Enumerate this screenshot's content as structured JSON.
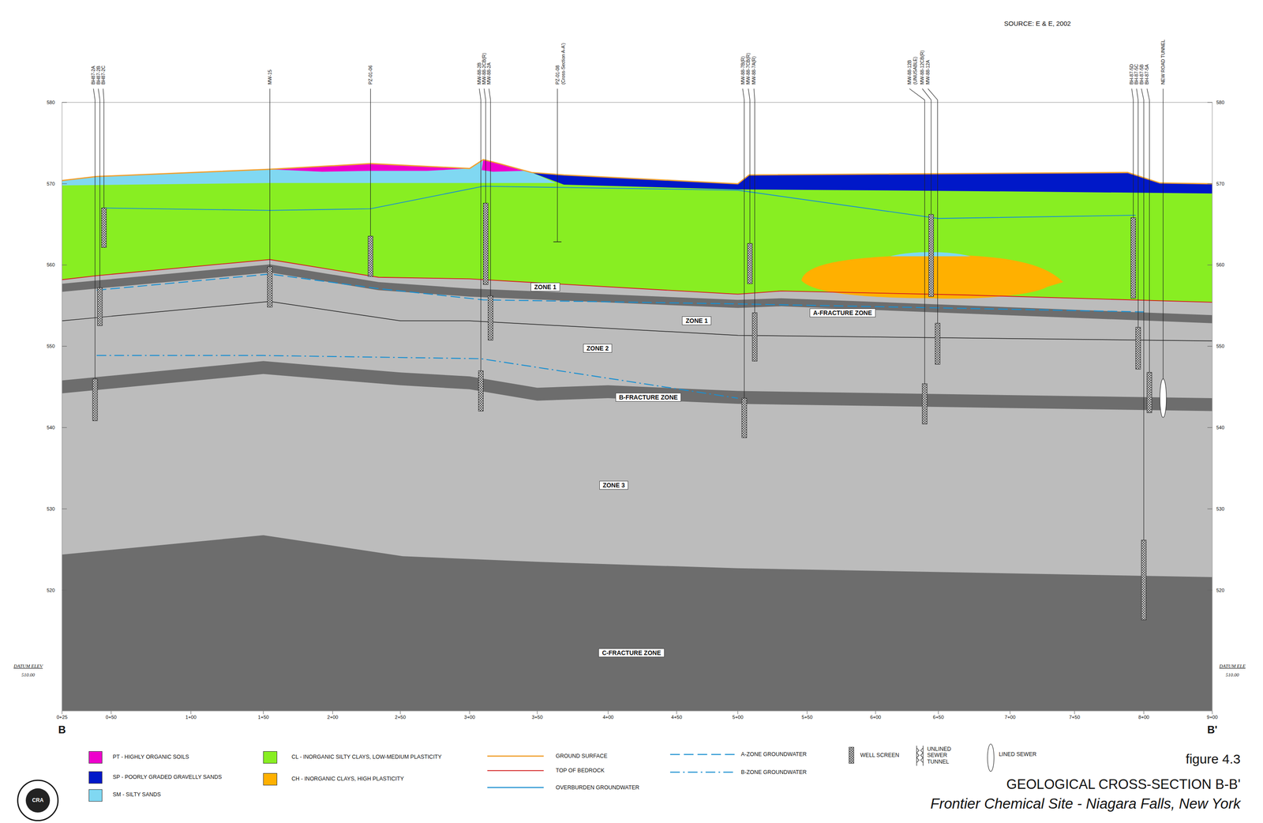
{
  "diagram": {
    "title": "GEOLOGICAL CROSS-SECTION B-B'",
    "caption": "Frontier Chemical Site - Niagara Falls, New York",
    "nodes": [
      {
        "text": [
          "ZONE 1"
        ]
      },
      {
        "text": [
          "A-FRACTURE ZONE"
        ]
      },
      {
        "text": [
          "ZONE 1"
        ]
      },
      {
        "text": [
          "ZONE 2"
        ]
      },
      {
        "text": [
          "B-FRACTURE ZONE"
        ]
      },
      {
        "text": [
          "ZONE 3"
        ]
      },
      {
        "text": [
          "C-FRACTURE ZONE"
        ]
      }
    ],
    "labels": [
      "SOURCE: E & E, 2002",
      "BH87-2A",
      "BH87-2B",
      "BH87-2C",
      "MW-15",
      "PZ-01-06",
      "MW-88-2B",
      "MW-88-2CB(R)",
      "MW-88-2A",
      "PZ-01-08",
      "(Cross-Section A-A')",
      "MW-88-7B(R)",
      "MW-88-7CB(R)",
      "MW-88-7A(R)",
      "MW-88-12B",
      "(UNUSABLE)",
      "MW-88-12CB(R)",
      "MW-88-12A",
      "BH-87-5D",
      "BH-87-5C",
      "BH-87-5B",
      "BH-87-5A",
      "NEW ROAD TUNNEL",
      "580",
      "570",
      "560",
      "550",
      "540",
      "530",
      "520",
      "580",
      "570",
      "560",
      "550",
      "540",
      "530",
      "520",
      "DATUM ELEV",
      "510.00",
      "DATUM ELE",
      "510.00",
      "0+25",
      "0+50",
      "1+00",
      "1+50",
      "2+00",
      "2+50",
      "3+00",
      "3+50",
      "4+00",
      "4+50",
      "5+00",
      "5+50",
      "6+00",
      "6+50",
      "7+00",
      "7+50",
      "8+00",
      "9+00",
      "B",
      "B'",
      "figure 4.3",
      "CRA"
    ],
    "legend": [
      {
        "text": "PT - HIGHLY ORGANIC SOILS",
        "color": "#ee00cc"
      },
      {
        "text": "SP - POORLY GRADED GRAVELLY SANDS",
        "color": "#0018c8"
      },
      {
        "text": "SM - SILTY SANDS",
        "color": "#80d8f2"
      },
      {
        "text": "CL - INORGANIC SILTY CLAYS, LOW-MEDIUM PLASTICITY",
        "color": "#88ee22"
      },
      {
        "text": "CH - INORGANIC CLAYS, HIGH PLASTICITY",
        "color": "#ffb000"
      },
      {
        "text": "GROUND SURFACE"
      },
      {
        "text": "TOP OF BEDROCK"
      },
      {
        "text": "OVERBURDEN GROUNDWATER"
      },
      {
        "text": "A-ZONE GROUNDWATER"
      },
      {
        "text": "B-ZONE GROUNDWATER"
      },
      {
        "text": "WELL SCREEN"
      },
      {
        "text": "UNLINED SEWER TUNNEL"
      },
      {
        "text": "LINED SEWER"
      }
    ]
  }
}
